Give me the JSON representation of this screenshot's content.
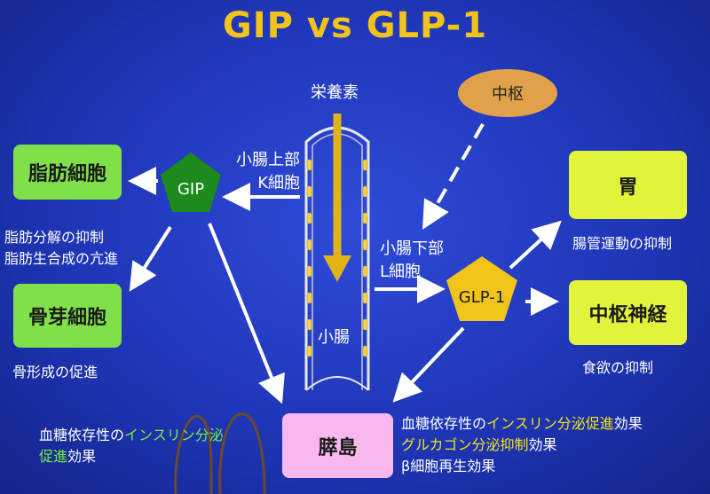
{
  "title": "GIP vs GLP-1",
  "nutrient_label": "栄養素",
  "intestine_label": "小腸",
  "upper_intestine": [
    "小腸上部",
    "K細胞"
  ],
  "lower_intestine": [
    "小腸下部",
    "L細胞"
  ],
  "center_oval": "中枢",
  "gip_label": "GIP",
  "glp1_label": "GLP-1",
  "boxes": {
    "fat_cell": "脂肪細胞",
    "bone_cell": "骨芽細胞",
    "stomach": "胃",
    "cns": "中枢神経",
    "pancreas": "膵島"
  },
  "effects": {
    "fat": [
      "脂肪分解の抑制",
      "脂肪生合成の亢進"
    ],
    "bone": "骨形成の促進",
    "stomach": "腸管運動の抑制",
    "cns": "食欲の抑制",
    "gip_pancreas": {
      "line1_prefix": "血糖依存性の",
      "line1_highlight": "インスリン分泌",
      "line2_highlight": "促進",
      "line2_suffix": "効果"
    },
    "glp1_pancreas": {
      "line1_prefix": "血糖依存性の",
      "line1_highlight": "インスリン分泌促進",
      "line1_suffix": "効果",
      "line2_highlight": "グルカゴン分泌抑制",
      "line2_suffix": "効果",
      "line3": "β細胞再生効果"
    }
  },
  "colors": {
    "background": "#1f36b8",
    "title": "#f2c41a",
    "gip_pentagon": "#1e8a1e",
    "glp1_pentagon": "#f0c419",
    "box_green": "#7fe04a",
    "box_yellow": "#e2f43a",
    "box_pink": "#f6b8ef",
    "oval": "#e0a14a",
    "arrow": "#ffffff",
    "nutrient_arrow": "#e2b21a",
    "highlight_yellow": "#f2e41c",
    "highlight_green": "#79ee3a"
  }
}
